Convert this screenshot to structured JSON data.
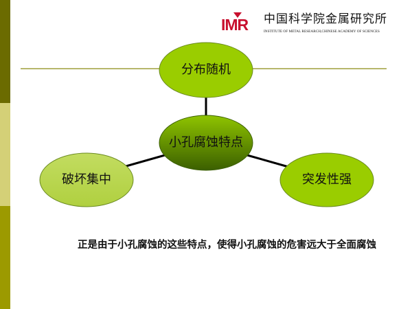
{
  "logo": {
    "abbr": "IMR",
    "chinese": "中国科学院金属研究所",
    "english": "INSTITUTE OF METAL RESEARCH,CHINESE ACADEMY OF SCIENCES"
  },
  "diagram": {
    "center": "小孔腐蚀特点",
    "top": "分布随机",
    "left": "破坏集中",
    "right": "突发性强"
  },
  "caption": "正是由于小孔腐蚀的这些特点，使得小孔腐蚀的危害远大于全面腐蚀",
  "colors": {
    "node": "#9acd00",
    "center_dark": "#3f6b00",
    "bar_dark": "#6b6b00",
    "bar_light": "#d4d077"
  }
}
